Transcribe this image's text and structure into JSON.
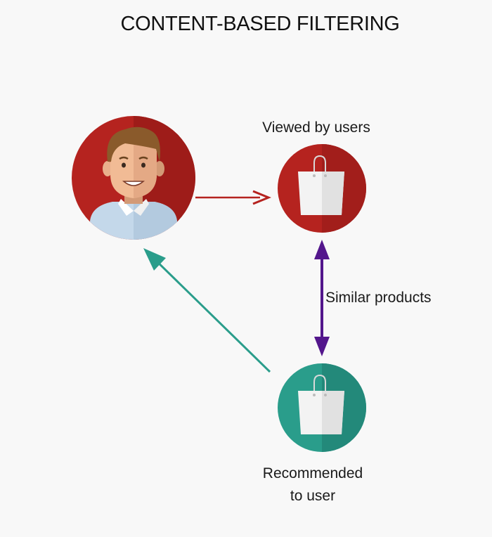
{
  "title": "CONTENT-BASED FILTERING",
  "labels": {
    "viewed": "Viewed by users",
    "similar": "Similar products",
    "recommended_line1": "Recommended",
    "recommended_line2": "to user"
  },
  "nodes": [
    {
      "id": "user",
      "icon": "user-avatar-icon",
      "color": "#b5231f"
    },
    {
      "id": "viewed",
      "icon": "shopping-bag-icon",
      "color": "#b5231f"
    },
    {
      "id": "recommended",
      "icon": "shopping-bag-icon",
      "color": "#2a9d8b"
    }
  ],
  "edges": [
    {
      "from": "user",
      "to": "viewed",
      "color": "#b5231f"
    },
    {
      "from": "viewed",
      "to": "recommended",
      "bidirectional": true,
      "color": "#53168c"
    },
    {
      "from": "recommended",
      "to": "user",
      "color": "#2a9d8b"
    }
  ]
}
